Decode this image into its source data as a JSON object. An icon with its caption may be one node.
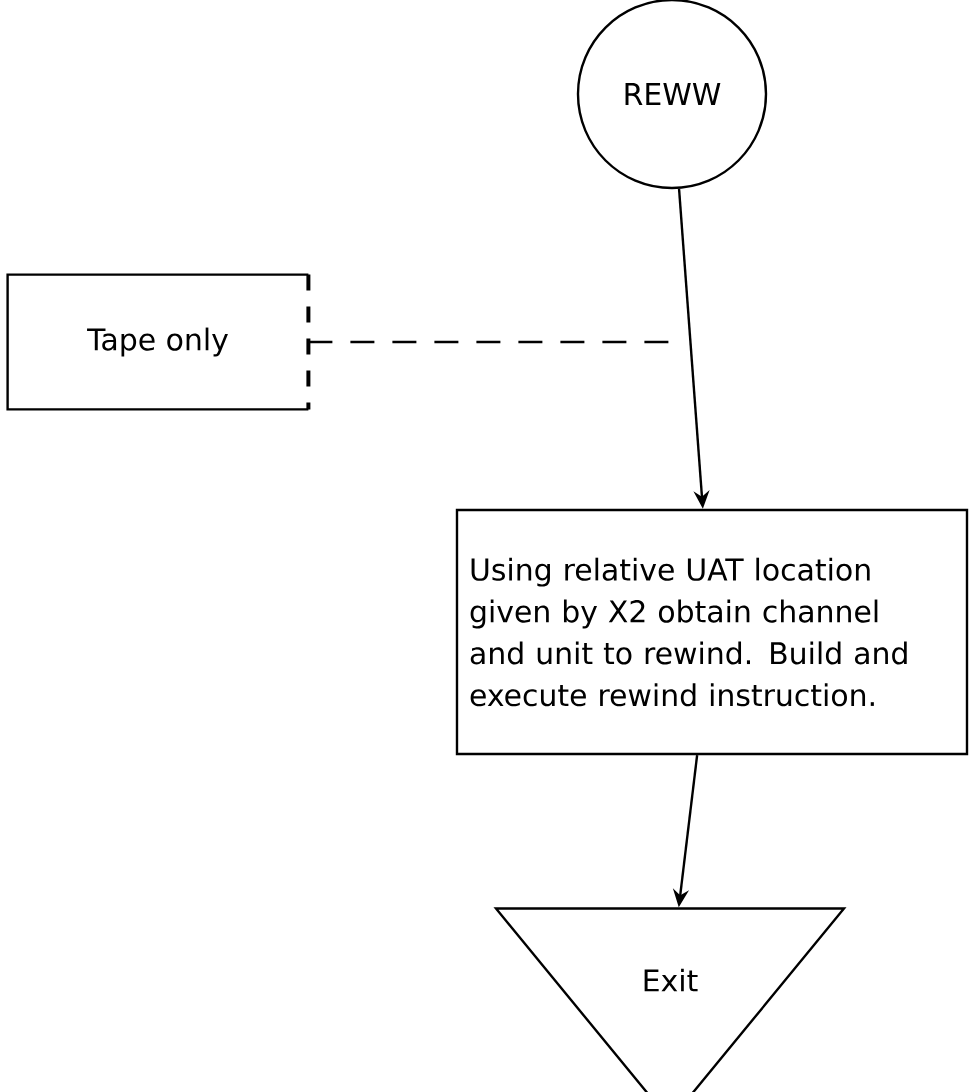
{
  "diagram": {
    "nodes": [
      {
        "text": [
          "REWW"
        ]
      },
      {
        "text": [
          "Tape only"
        ]
      },
      {
        "text": [
          "Using relative UAT location given by X2 obtain channel and unit to rewind. Build and execute rewind instruction."
        ]
      },
      {
        "text": [
          "Exit"
        ]
      }
    ],
    "edges": [
      {
        "from": 0,
        "to": 2,
        "arrow": "to"
      },
      {
        "from": 1,
        "to": null,
        "arrow": "none",
        "style": "dashed"
      },
      {
        "from": 2,
        "to": 3,
        "arrow": "to"
      }
    ]
  }
}
